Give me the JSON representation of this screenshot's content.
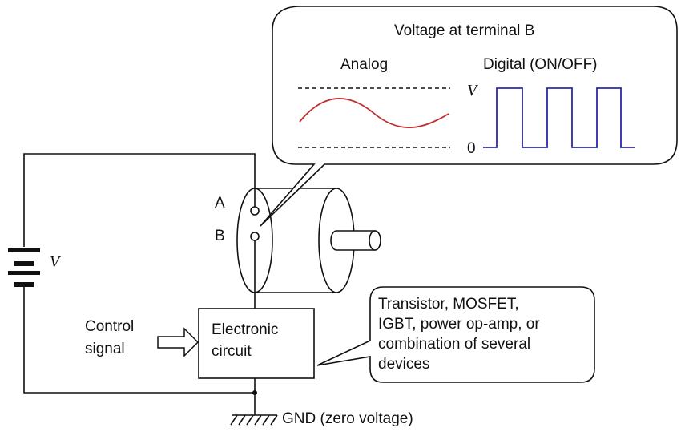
{
  "callout_top": {
    "title": "Voltage at terminal B",
    "analog_label": "Analog",
    "digital_label": "Digital (ON/OFF)",
    "level_high": "V",
    "level_zero": "0",
    "analog_wave_color": "#c03030",
    "digital_wave_color": "#2a2aa8"
  },
  "motor": {
    "terminal_a": "A",
    "terminal_b": "B"
  },
  "battery": {
    "label": "V"
  },
  "control": {
    "line1": "Control",
    "line2": "signal"
  },
  "circuit_box": {
    "line1": "Electronic",
    "line2": "circuit"
  },
  "callout_bottom": {
    "lines": [
      "Transistor, MOSFET,",
      "IGBT, power op-amp, or",
      "combination of several",
      "devices"
    ]
  },
  "ground": {
    "label": "GND (zero voltage)"
  }
}
